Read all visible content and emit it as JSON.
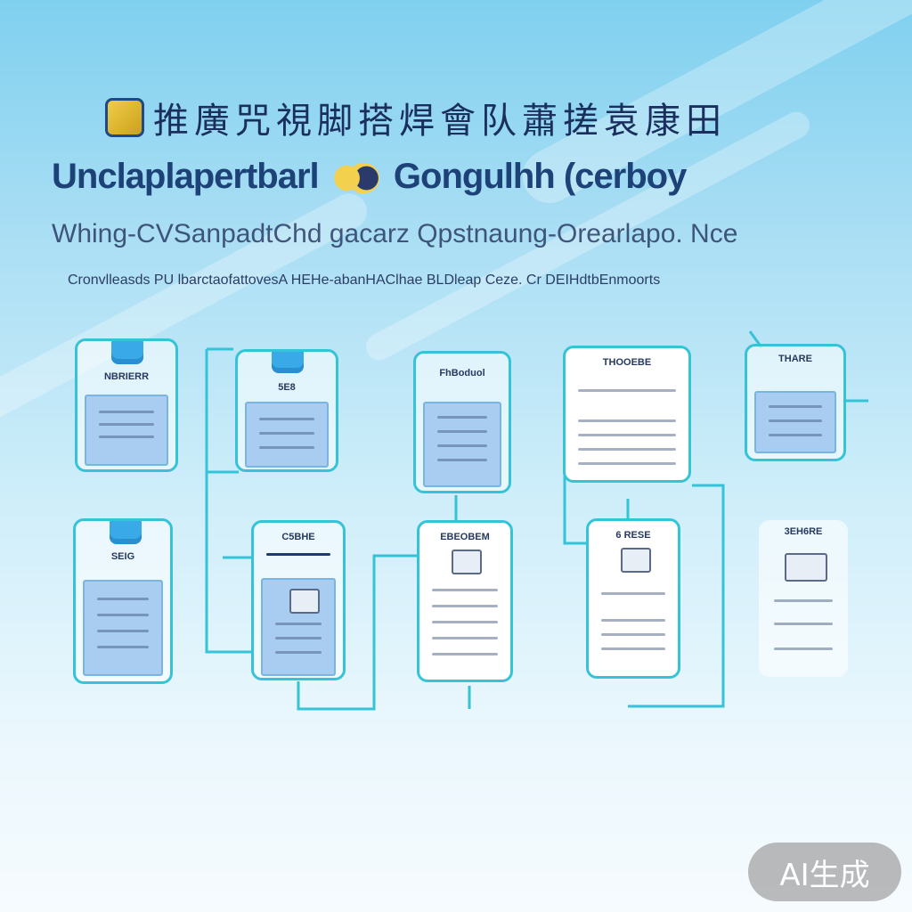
{
  "header": {
    "cjk_title": "推廣咒視脚搭焊會队蕭搓袁康田",
    "en_title_a": "Unclaplapertbarl",
    "en_title_b": "Gongulhh (cerboy",
    "subtitle": "Whing-CVSanpadtChd gacarz Qpstnaung-Orearlapo. Nce",
    "caption": "Cronvlleasds PU lbarctaofattovesA HEHe-abanHAClhae BLDleap Ceze. Cr DEIHdtbEnmoorts"
  },
  "flow": {
    "nodes": [
      {
        "id": "n1",
        "label": "NBRIERR"
      },
      {
        "id": "n2",
        "label": "5E8"
      },
      {
        "id": "n3",
        "label": "FhBoduol"
      },
      {
        "id": "n4",
        "label": "THOOEBE"
      },
      {
        "id": "n5",
        "label": "THARE"
      },
      {
        "id": "n6",
        "label": "SEIG"
      },
      {
        "id": "n7",
        "label": "C5BHE"
      },
      {
        "id": "n8",
        "label": "EBEOBEM"
      },
      {
        "id": "n9",
        "label": "6 RESE"
      },
      {
        "id": "n10",
        "label": "3EH6RE"
      }
    ]
  },
  "badge": {
    "label": "AI生成"
  },
  "colors": {
    "connector": "#35c3d8",
    "panel": "#a8cdf0",
    "cap": "#39a9e8",
    "title": "#1d4278"
  }
}
